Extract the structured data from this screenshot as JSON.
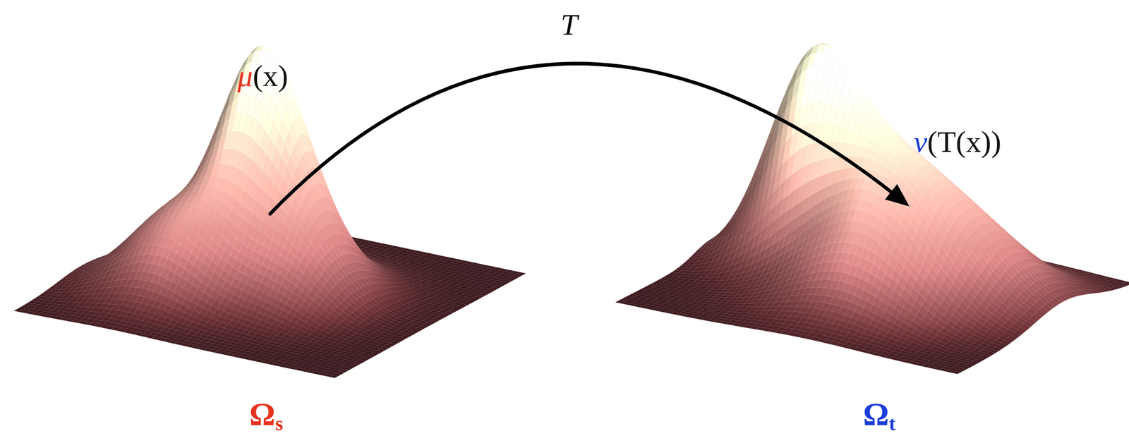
{
  "diagram": {
    "labels": [
      "T",
      "μ(x)",
      "ν(T(x))",
      "Ωs",
      "Ωt"
    ]
  }
}
